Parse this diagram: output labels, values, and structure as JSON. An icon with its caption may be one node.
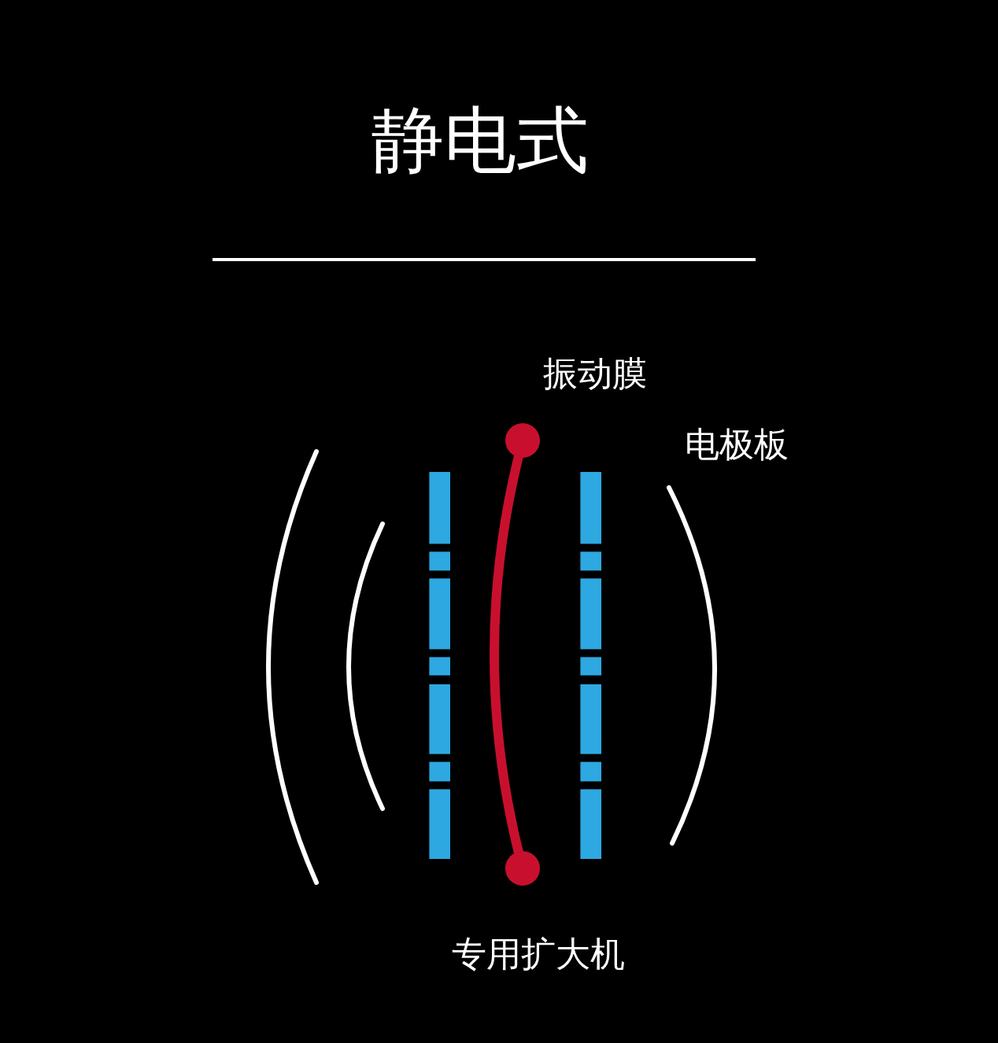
{
  "diagram": {
    "title": "静电式",
    "labels": [
      "振动膜",
      "电极板",
      "专用扩大机"
    ]
  }
}
